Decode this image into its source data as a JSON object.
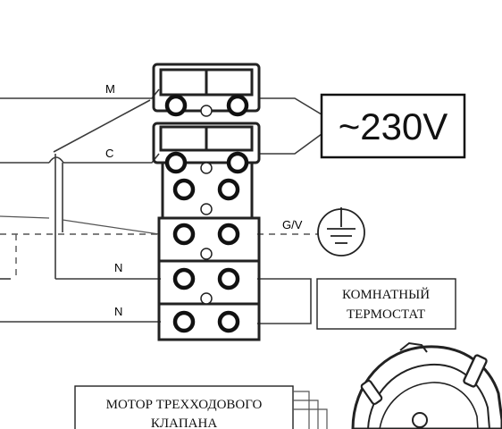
{
  "voltage_label": "~230V",
  "wire_labels": {
    "m": "M",
    "c": "C",
    "gv": "G/V",
    "n1": "N",
    "n2": "N"
  },
  "thermostat_label": "КОМНАТНЫЙ ТЕРМОСТАТ",
  "motor_label_line1": "МОТОР ТРЕХХОДОВОГО",
  "motor_label_line2": "КЛАПАНА"
}
